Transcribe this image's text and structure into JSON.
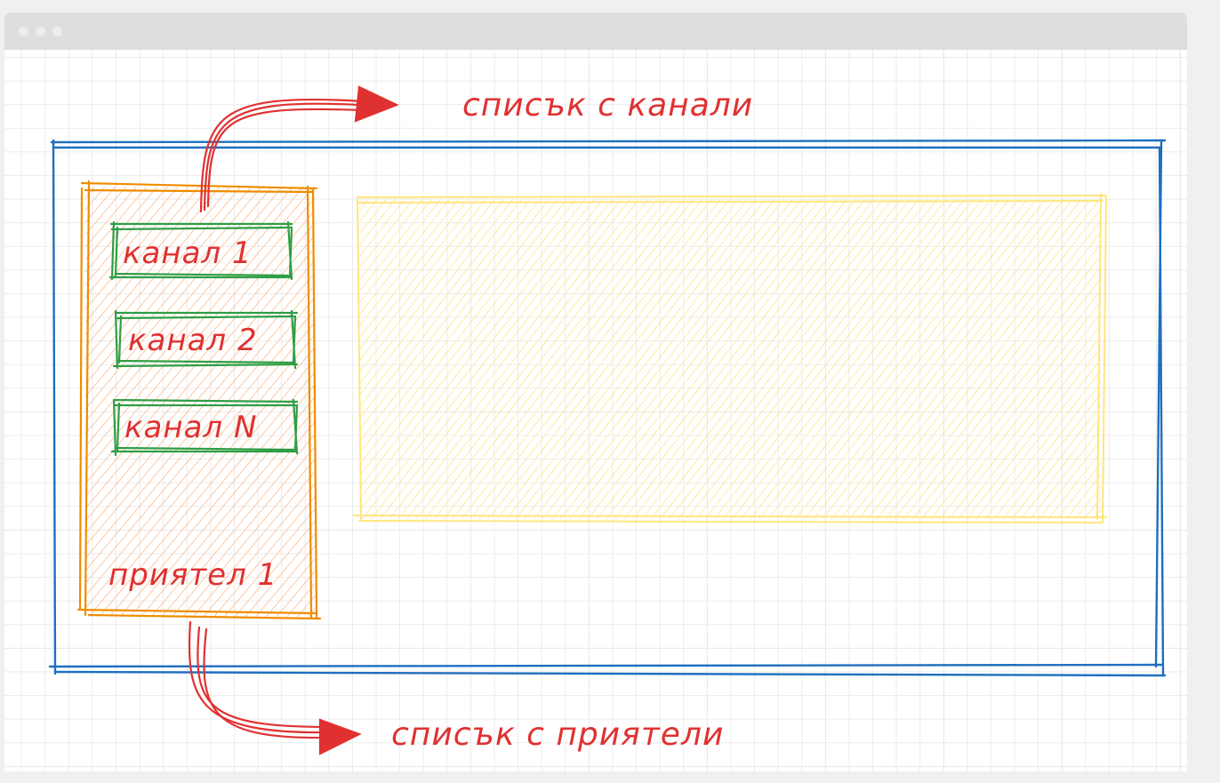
{
  "diagram": {
    "channels": [
      "канал 1",
      "канал 2",
      "канал N"
    ],
    "friend_label": "приятел 1",
    "channel_list_label": "списък с канали",
    "friend_list_label": "списък с приятели"
  },
  "colors": {
    "frame": "#1f6fbf",
    "sidebar": "#f08c00",
    "sidebar_fill": "#ffb27a",
    "channel": "#2f9e44",
    "content": "#ffe57f",
    "annotation": "#e03131"
  }
}
